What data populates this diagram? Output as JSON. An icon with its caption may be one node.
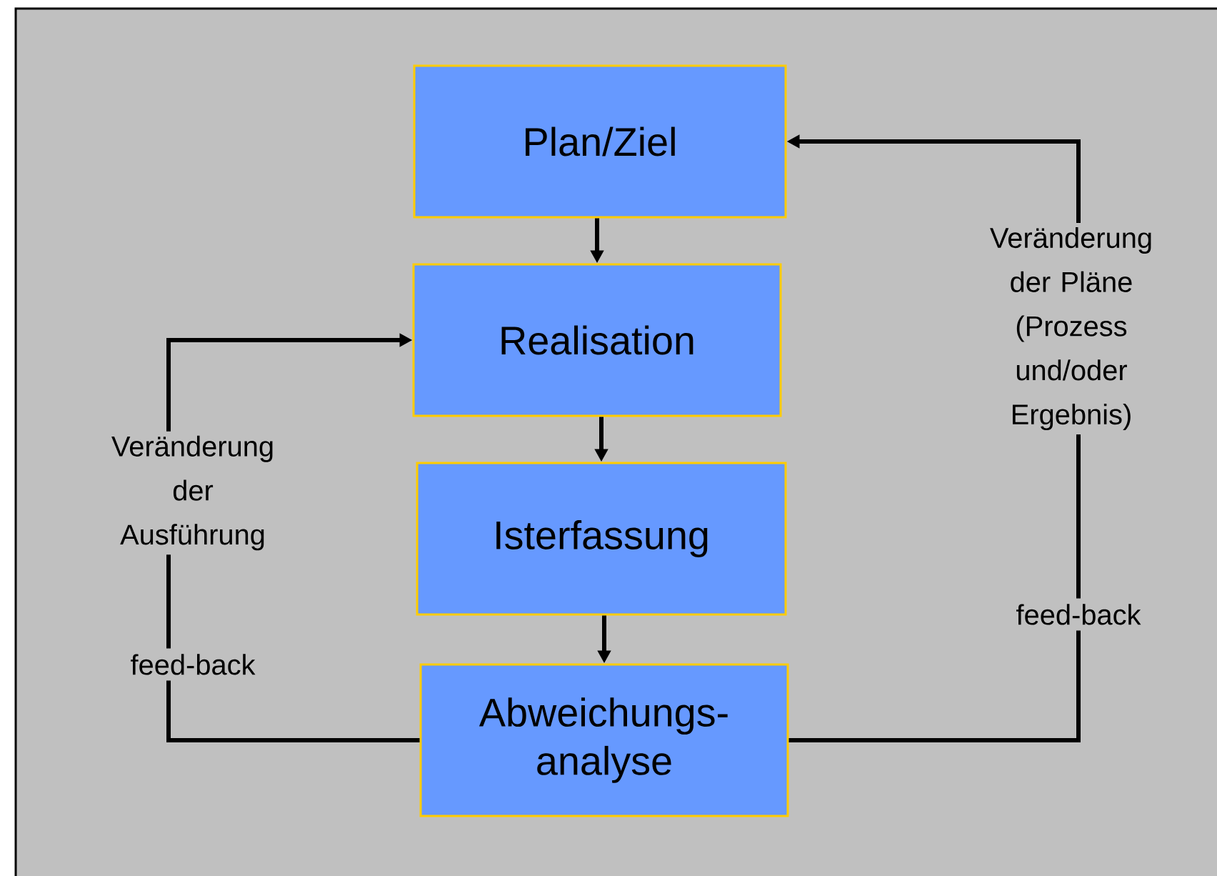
{
  "diagram": {
    "nodes": [
      {
        "text": [
          "Plan/Ziel"
        ]
      },
      {
        "text": [
          "Realisation"
        ]
      },
      {
        "text": [
          "Isterfassung"
        ]
      },
      {
        "text": [
          "Abweichungs- analyse"
        ]
      }
    ],
    "edges": [
      {
        "from": 0,
        "to": 1,
        "arrow": "to"
      },
      {
        "from": 1,
        "to": 2,
        "arrow": "to"
      },
      {
        "from": 2,
        "to": 3,
        "arrow": "to"
      },
      {
        "from": 3,
        "to": 1,
        "arrow": "to",
        "label": "feed-back"
      },
      {
        "from": 3,
        "to": 0,
        "arrow": "to",
        "label": "feed-back"
      }
    ],
    "labels": [
      "Veränderung der Pläne (Prozess und/oder Ergebnis)",
      "Veränderung der Ausführung"
    ]
  }
}
